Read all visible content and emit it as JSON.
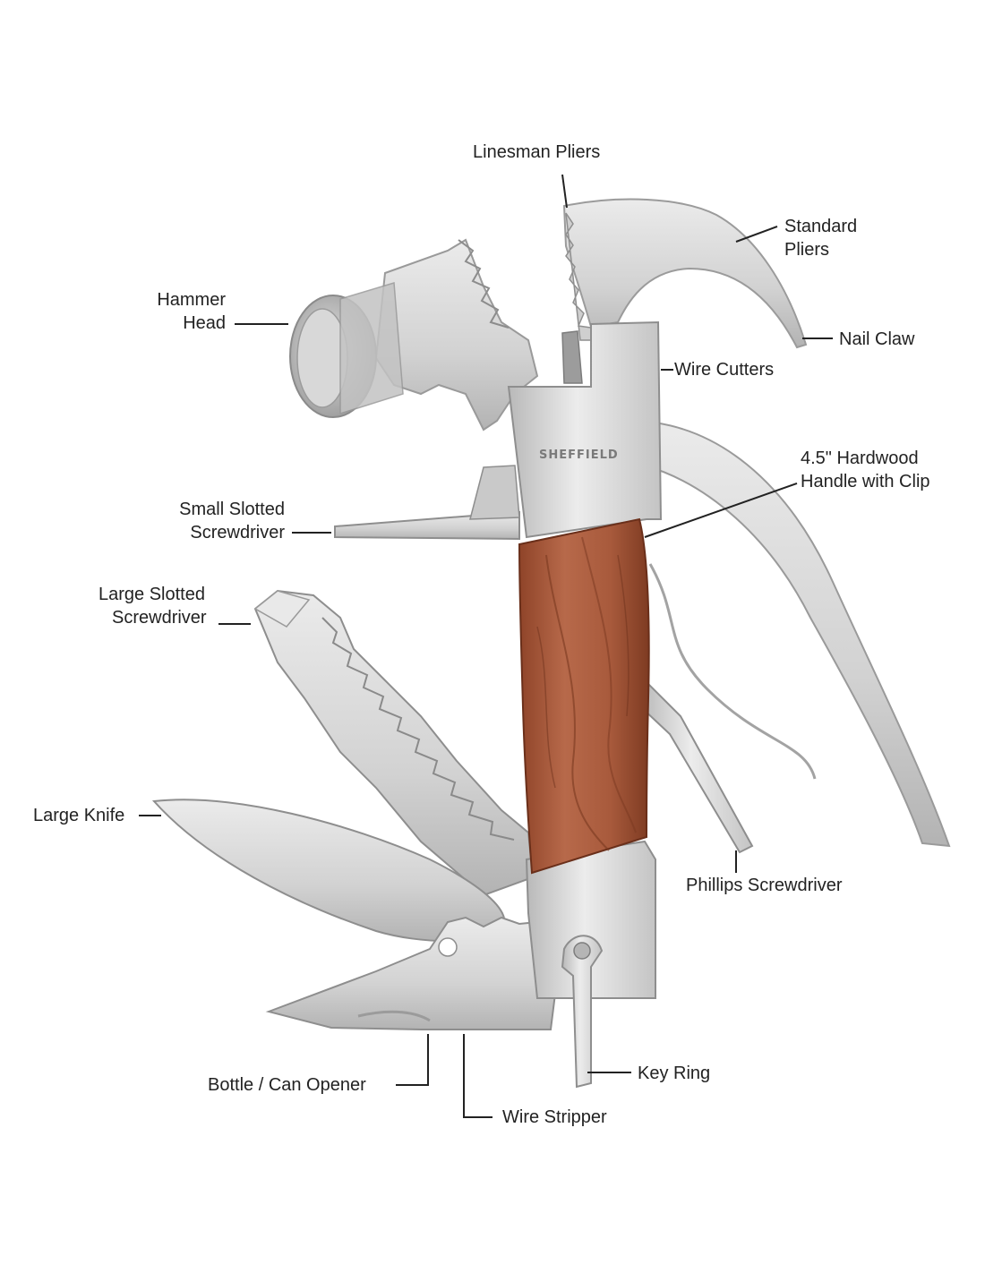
{
  "diagram": {
    "brand": "SHEFFIELD",
    "labels": {
      "linesman_pliers": "Linesman Pliers",
      "standard_pliers": [
        "Standard",
        "Pliers"
      ],
      "hammer_head": [
        "Hammer",
        "Head"
      ],
      "nail_claw": "Nail Claw",
      "wire_cutters": "Wire Cutters",
      "handle": [
        "4.5\" Hardwood",
        "Handle with Clip"
      ],
      "small_slotted": [
        "Small Slotted",
        "Screwdriver"
      ],
      "large_slotted": [
        "Large Slotted",
        "Screwdriver"
      ],
      "large_knife": "Large Knife",
      "phillips": "Phillips Screwdriver",
      "key_ring": "Key Ring",
      "bottle_opener": "Bottle / Can Opener",
      "wire_stripper": "Wire Stripper"
    },
    "colors": {
      "steel_light": "#e4e4e4",
      "steel_mid": "#c6c6c6",
      "steel_dark": "#8e8e8e",
      "wood_light": "#b5684a",
      "wood_dark": "#7d3a22",
      "leader_line": "#222222"
    }
  }
}
